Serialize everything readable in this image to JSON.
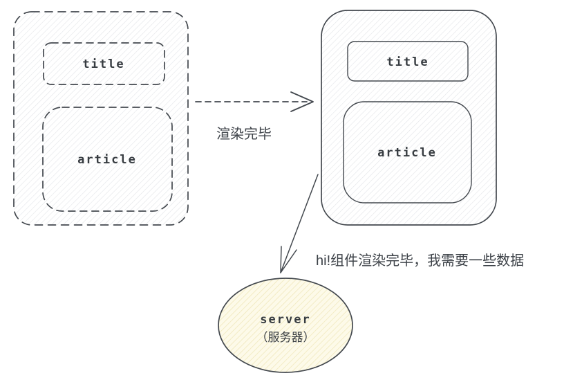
{
  "diagram": {
    "wireframe_component": {
      "title_label": "title",
      "article_label": "article"
    },
    "rendered_component": {
      "title_label": "title",
      "article_label": "article"
    },
    "render_arrow_label": "渲染完毕",
    "server_request_message": "hi!组件渲染完毕，我需要一些数据",
    "server": {
      "label": "server",
      "sublabel": "（服务器）"
    },
    "colors": {
      "background": "#ffffff",
      "stroke": "#43484e",
      "text": "#373c41",
      "hatch_gray": "#e3e5e8",
      "server_fill": "#fdfae9",
      "server_hatch": "#f0e8bd"
    }
  }
}
